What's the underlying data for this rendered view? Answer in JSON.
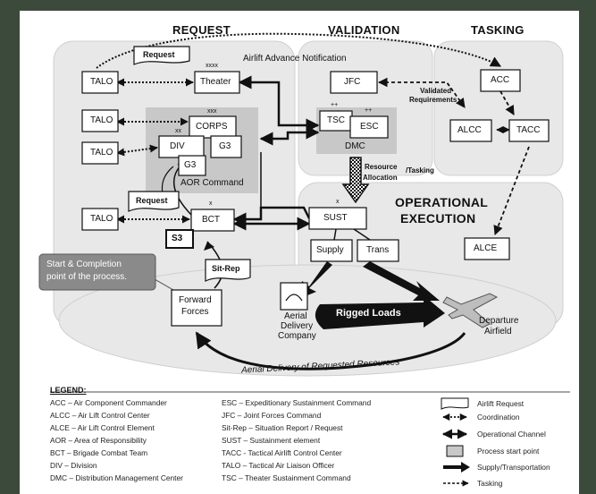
{
  "headers": {
    "request": "REQUEST",
    "validation": "VALIDATION",
    "tasking": "TASKING",
    "operational": [
      "OPERATIONAL",
      "EXECUTION"
    ]
  },
  "nodes": {
    "talo": "TALO",
    "theater": "Theater",
    "theater_echelon": "xxxx",
    "jfc": "JFC",
    "acc": "ACC",
    "corps": "CORPS",
    "corps_echelon": "xxx",
    "div": "DIV",
    "div_echelon": "xx",
    "g3": "G3",
    "tsc": "TSC",
    "tsc_echelon": "++",
    "esc": "ESC",
    "esc_echelon": "++",
    "dmc": "DMC",
    "alcc": "ALCC",
    "tacc": "TACC",
    "bct": "BCT",
    "bct_echelon": "x",
    "s3": "S3",
    "sust": "SUST",
    "sust_echelon": "x",
    "supply": "Supply",
    "trans": "Trans",
    "alce": "ALCE",
    "forward_forces": [
      "Forward",
      "Forces"
    ],
    "aerial_delivery_company": [
      "Aerial",
      "Delivery",
      "Company"
    ],
    "departure_airfield": [
      "Departure",
      "Airfield"
    ]
  },
  "labels": {
    "request": "Request",
    "airlift_advance_notification": "Airlift Advance Notification",
    "validated_requirements": [
      "Validated",
      "Requirements"
    ],
    "aor_command": "AOR Command",
    "resource_allocation": [
      "Resource",
      "Allocation"
    ],
    "tasking": "/Tasking",
    "sit_rep": "Sit-Rep",
    "start_completion": [
      "Start & Completion",
      "point of the process."
    ],
    "rigged_loads": "Rigged Loads",
    "aerial_delivery_caption": "Aerial Delivery of Requested Resources"
  },
  "legend": {
    "title": "LEGEND:",
    "col1": [
      "ACC – Air Component Commander",
      "ALCC – Air Lift Control Center",
      "ALCE – Air Lift Control Element",
      "AOR – Area of Responsibility",
      "BCT – Brigade Combat Team",
      "DIV – Division",
      "DMC – Distribution Management Center"
    ],
    "col2": [
      "ESC – Expeditionary Sustainment Command",
      "JFC – Joint Forces Command",
      "Sit-Rep – Situation Report / Request",
      "SUST – Sustainment element",
      "TACC - Tactical Airlift Control Center",
      "TALO – Tactical Air Liaison Officer",
      "TSC – Theater Sustainment Command"
    ],
    "col3": [
      "Airlift Request",
      "Coordination",
      "Operational Channel",
      "Process start point",
      "Supply/Transportation",
      "Tasking"
    ]
  },
  "colors": {
    "frame_background": "#3c4a3c",
    "panel": "#ffffff",
    "region_fill": "#e8e8e8",
    "aor_fill": "#c8c8c8",
    "callout_fill": "#8a8a8a",
    "line": "#111111"
  }
}
